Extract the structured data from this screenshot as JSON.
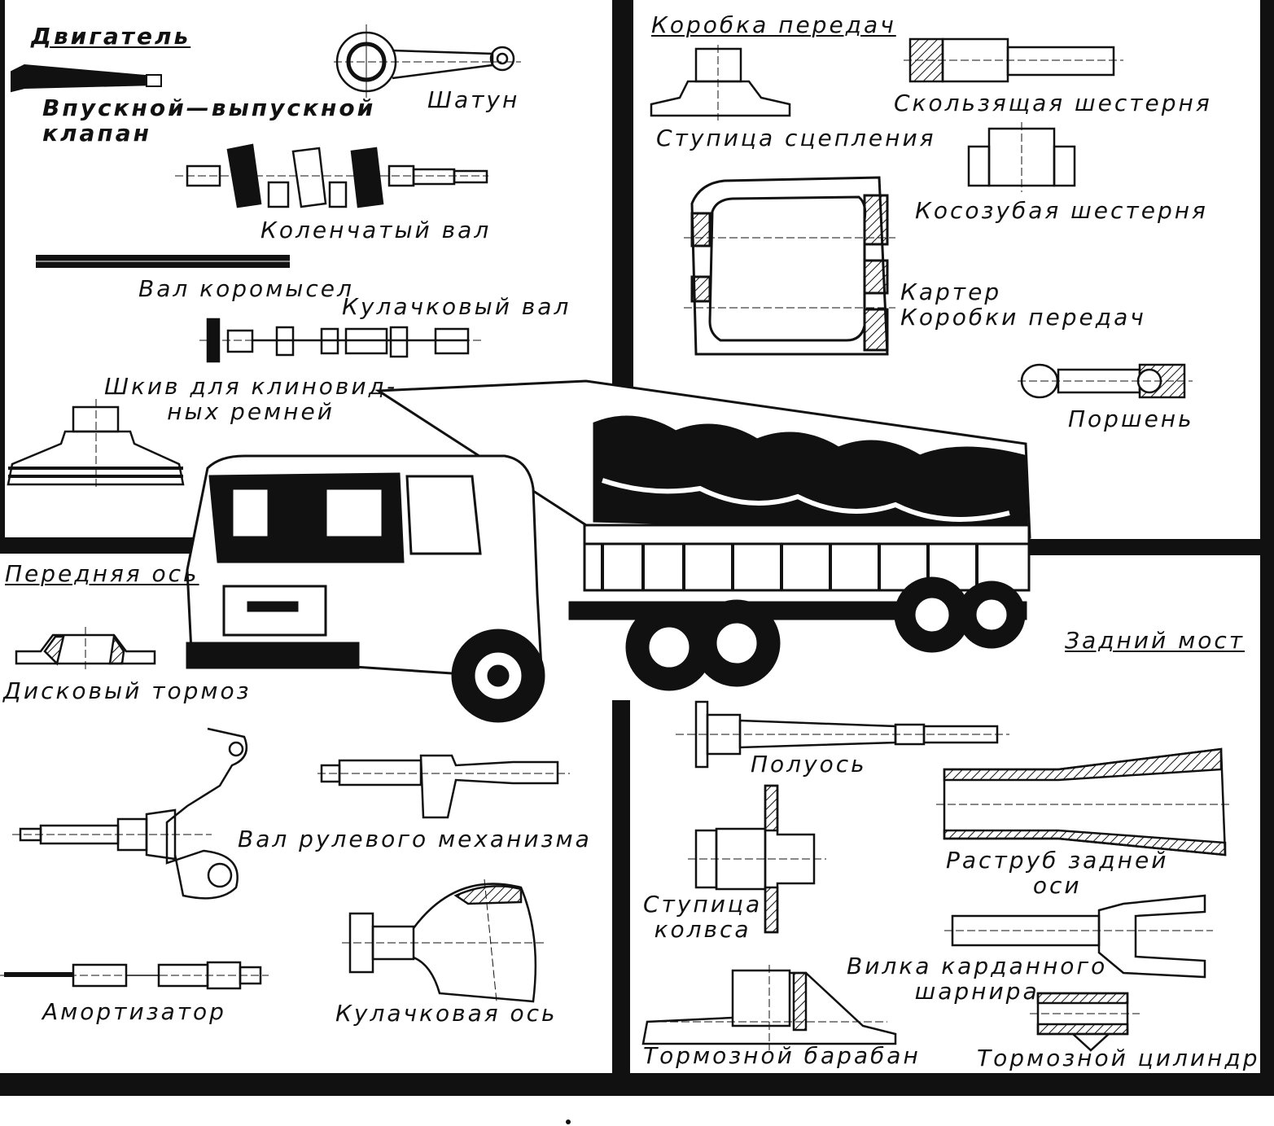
{
  "sections": {
    "engine": {
      "heading": "Двигатель",
      "parts": {
        "valve": [
          "Впускной—выпускной",
          "клапан"
        ],
        "con_rod": "Шатун",
        "crankshaft": "Коленчатый вал",
        "rocker_shaft": "Вал коромысел",
        "camshaft": "Кулачковый вал",
        "pulley": [
          "Шкив для клиновид-",
          "ных ремней"
        ]
      }
    },
    "gearbox": {
      "heading": "Коробка передач",
      "parts": {
        "sliding_gear": "Скользящая шестерня",
        "clutch_hub": "Ступица сцепления",
        "helical_gear": "Косозубая шестерня",
        "case": [
          "Картер",
          "Коробки передач"
        ],
        "piston": "Поршень"
      }
    },
    "front_axle": {
      "heading": "Передняя ось",
      "parts": {
        "disc_brake": "Дисковый тормоз",
        "steering_shaft": "Вал рулевого механизма",
        "shock_absorber": "Амортизатор",
        "knuckle_axle": "Кулачковая ось"
      }
    },
    "rear_axle": {
      "heading": "Задний мост",
      "parts": {
        "half_shaft": "Полуось",
        "axle_housing": [
          "Раструб задней",
          "оси"
        ],
        "wheel_hub": [
          "Ступица",
          "колвса"
        ],
        "cardan_yoke": [
          "Вилка карданного",
          "шарнира"
        ],
        "brake_drum": "Тормозной барабан",
        "brake_cylinder": "Тормозной цилиндр"
      }
    }
  },
  "colors": {
    "ink": "#111111",
    "paper": "#ffffff"
  }
}
